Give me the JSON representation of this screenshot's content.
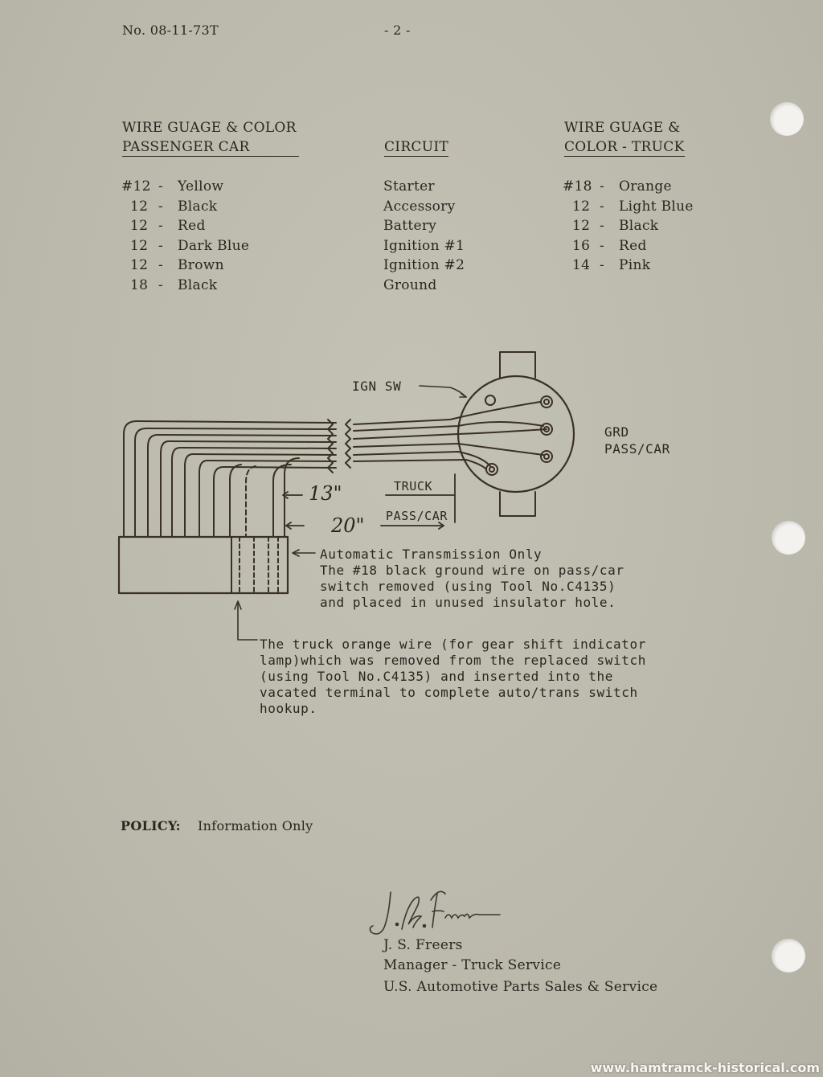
{
  "header": {
    "doc_number": "No. 08-11-73T",
    "page": "- 2 -"
  },
  "table": {
    "col1_header_line1": "WIRE GUAGE & COLOR",
    "col1_header_line2": "PASSENGER CAR",
    "col2_header": "CIRCUIT",
    "col3_header_line1": "WIRE GUAGE &",
    "col3_header_line2": "COLOR - TRUCK",
    "rows": [
      {
        "car_gauge": "#12",
        "car_color": "Yellow",
        "circuit": "Starter",
        "truck_gauge": "#18",
        "truck_color": "Orange"
      },
      {
        "car_gauge": "12",
        "car_color": "Black",
        "circuit": "Accessory",
        "truck_gauge": "12",
        "truck_color": "Light Blue"
      },
      {
        "car_gauge": "12",
        "car_color": "Red",
        "circuit": "Battery",
        "truck_gauge": "12",
        "truck_color": "Black"
      },
      {
        "car_gauge": "12",
        "car_color": "Dark Blue",
        "circuit": "Ignition #1",
        "truck_gauge": "16",
        "truck_color": "Red"
      },
      {
        "car_gauge": "12",
        "car_color": "Brown",
        "circuit": "Ignition #2",
        "truck_gauge": "14",
        "truck_color": "Pink"
      },
      {
        "car_gauge": "18",
        "car_color": "Black",
        "circuit": "Ground",
        "truck_gauge": "",
        "truck_color": ""
      }
    ]
  },
  "diagram": {
    "ign_sw": "IGN SW",
    "grd": "GRD",
    "pass_car_label": "PASS/CAR",
    "len_truck": "13\"",
    "truck_label": "TRUCK",
    "len_pass": "20\"",
    "pass_car_dim": "PASS/CAR",
    "note1": [
      "Automatic Transmission Only",
      "The #18 black ground wire on pass/car",
      "switch removed (using Tool No.C4135)",
      "and placed in unused insulator hole."
    ],
    "note2": [
      "The truck orange wire (for gear shift indicator",
      "lamp)which was removed from the replaced switch",
      "(using Tool No.C4135) and inserted into the",
      "vacated terminal to complete auto/trans switch",
      "hookup."
    ]
  },
  "policy": {
    "label": "POLICY:",
    "value": "Information Only"
  },
  "signature": {
    "name": "J. S. Freers",
    "title": "Manager - Truck Service",
    "org": "U.S. Automotive Parts Sales & Service"
  },
  "watermark": "www.hamtramck-historical.com"
}
